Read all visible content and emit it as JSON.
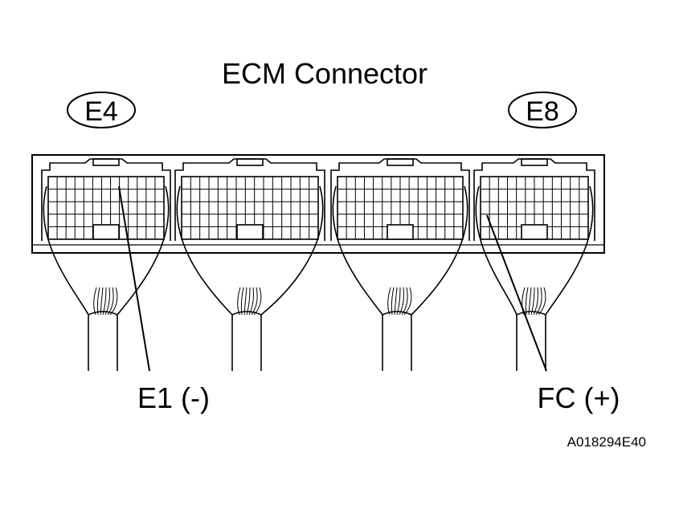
{
  "title": "ECM Connector",
  "connectors": [
    {
      "id": "E4"
    },
    {
      "id": "E8"
    }
  ],
  "terminals": {
    "left": "E1 (-)",
    "right": "FC (+)"
  },
  "figure_code": "A018294E40",
  "colors": {
    "ink": "#000000",
    "background": "#ffffff"
  }
}
